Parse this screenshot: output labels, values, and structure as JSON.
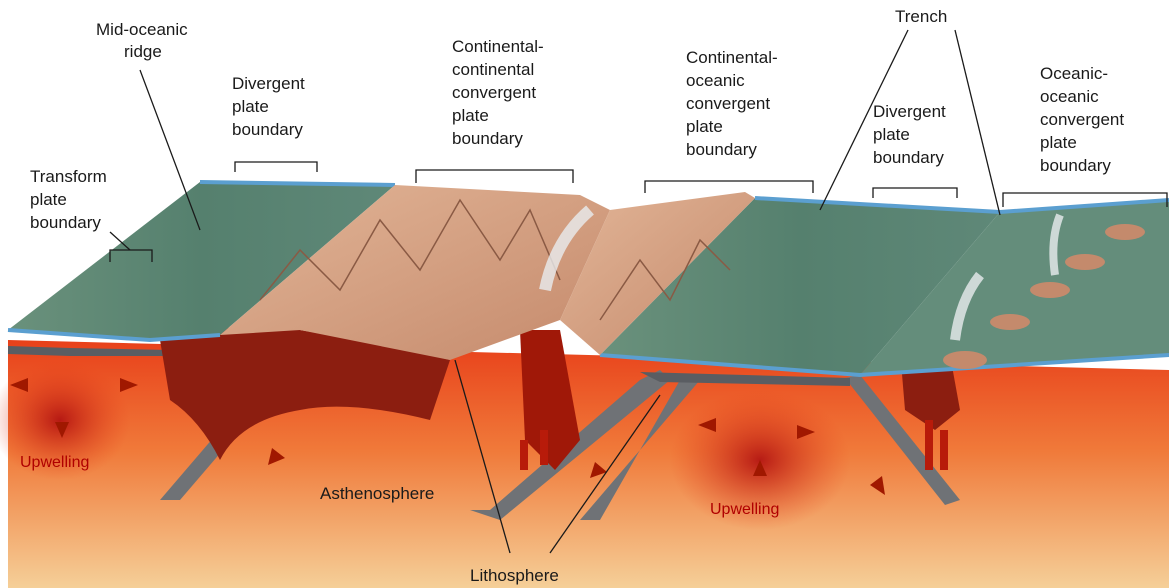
{
  "labels": {
    "mid_oceanic_ridge": [
      "Mid-oceanic",
      "ridge"
    ],
    "transform_boundary": [
      "Transform",
      "plate",
      "boundary"
    ],
    "divergent_boundary_left": [
      "Divergent",
      "plate",
      "boundary"
    ],
    "continental_continental": [
      "Continental-",
      "continental",
      "convergent",
      "plate",
      "boundary"
    ],
    "continental_oceanic": [
      "Continental-",
      "oceanic",
      "convergent",
      "plate",
      "boundary"
    ],
    "trench": "Trench",
    "divergent_boundary_right": [
      "Divergent",
      "plate",
      "boundary"
    ],
    "oceanic_oceanic": [
      "Oceanic-",
      "oceanic",
      "convergent",
      "plate",
      "boundary"
    ],
    "upwelling_left": "Upwelling",
    "asthenosphere": "Asthenosphere",
    "upwelling_right": "Upwelling",
    "lithosphere": "Lithosphere"
  },
  "colors": {
    "ocean_surface": "#5f8a78",
    "ocean_edge": "#5b9fd0",
    "continent": "#cf9a7c",
    "asthenosphere_top": "#e8401a",
    "asthenosphere_bottom": "#f3c58c",
    "magma": "#8c1e10",
    "plate_edge": "#6f7276"
  }
}
